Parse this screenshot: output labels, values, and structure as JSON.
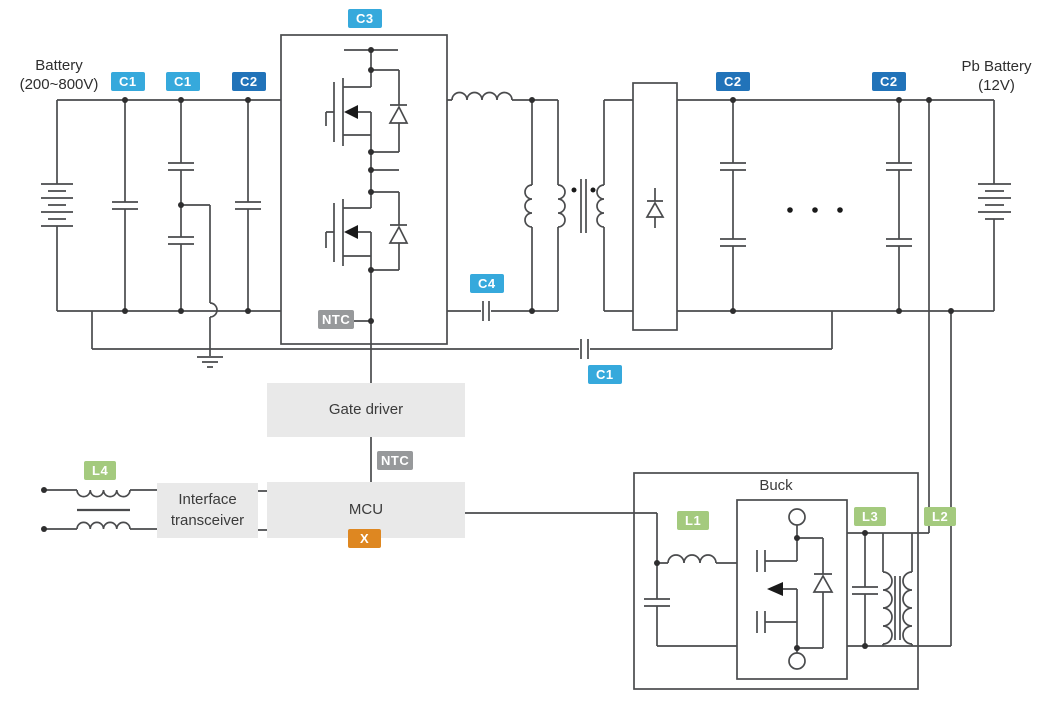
{
  "diagram": {
    "left_terminal": {
      "line1": "Battery",
      "line2": "(200~800V)"
    },
    "right_terminal": {
      "line1": "Pb Battery",
      "line2": "(12V)"
    },
    "blocks": {
      "gate_driver": "Gate driver",
      "mcu": "MCU",
      "interface_line1": "Interface",
      "interface_line2": "transceiver",
      "buck": "Buck"
    },
    "badges": {
      "c1_a": "C1",
      "c1_b": "C1",
      "c2_a": "C2",
      "c3": "C3",
      "c2_b": "C2",
      "c2_c": "C2",
      "c4": "C4",
      "c1_c": "C1",
      "ntc_module": "NTC",
      "ntc_mid": "NTC",
      "x_mcu": "X",
      "l4": "L4",
      "l1": "L1",
      "l3": "L3",
      "l2": "L2"
    },
    "colors": {
      "badge_light_blue": "#36a9dc",
      "badge_dark_blue": "#2173b9",
      "badge_gray": "#97999b",
      "badge_orange": "#de8721",
      "badge_green": "#a4ca7e",
      "block_fill": "#e9e9e9",
      "wire": "#4a4b4d",
      "text": "#3b3b3b"
    }
  }
}
